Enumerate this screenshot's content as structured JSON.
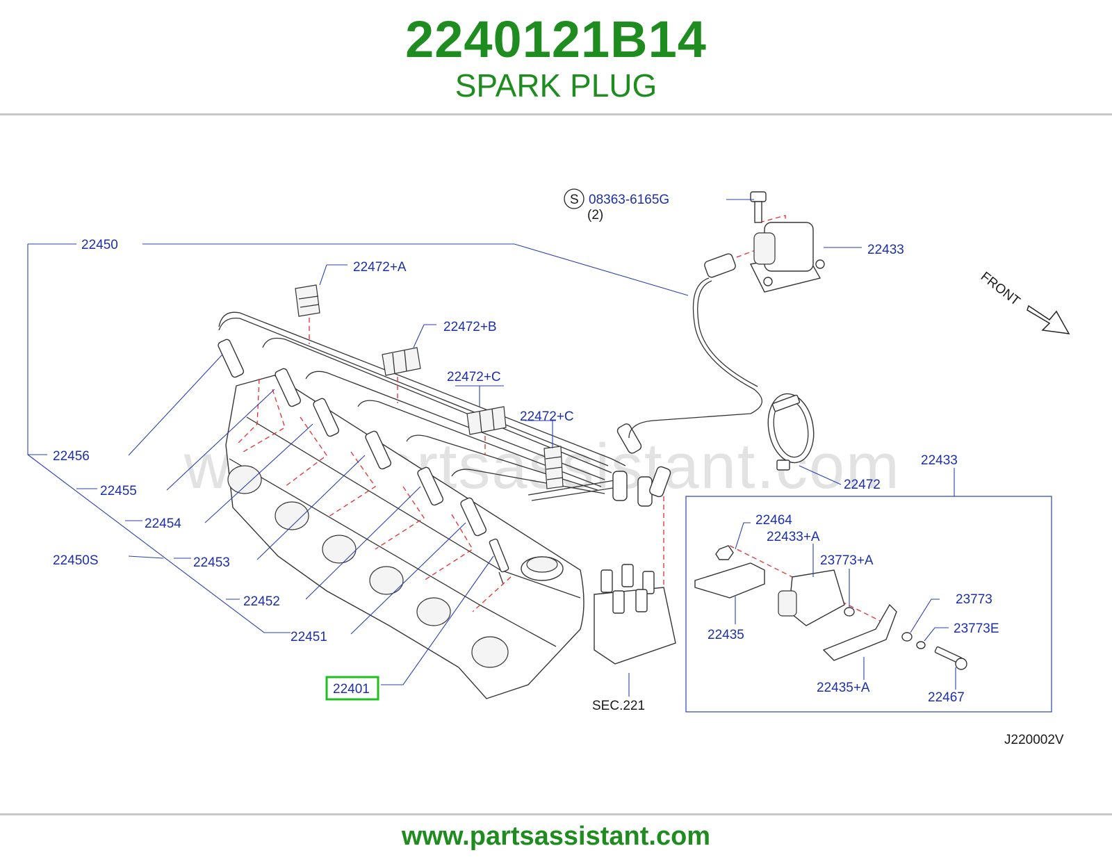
{
  "header": {
    "part_number": "2240121B14",
    "part_name": "SPARK PLUG"
  },
  "footer": {
    "url": "www.partsassistant.com"
  },
  "diagram": {
    "watermark": "www.partsassistant.com",
    "front_label": "FRONT",
    "figure_code": "J220002V",
    "screw_symbol": "S",
    "highlighted_part": "22401",
    "labels": {
      "screw_part": "08363-6165G",
      "screw_qty": "(2)",
      "coil_top": "22433",
      "cable_set": "22450",
      "clamp_a": "22472+A",
      "clamp_b": "22472+B",
      "clamp_c1": "22472+C",
      "clamp_c2": "22472+C",
      "wire_6": "22456",
      "wire_5": "22455",
      "wire_4": "22454",
      "cable_set_s": "22450S",
      "wire_3": "22453",
      "wire_2": "22452",
      "wire_1": "22451",
      "spark_plug": "22401",
      "distributor": "SEC.221",
      "clamp": "22472",
      "coil_box": "22433",
      "nut": "22464",
      "coil_a": "22433+A",
      "washer_a": "23773+A",
      "washer": "23773",
      "washer_e": "23773E",
      "bracket": "22435",
      "bracket_a": "22435+A",
      "bolt": "22467"
    }
  },
  "colors": {
    "brand_green": "#1e8c1e",
    "label_blue": "#1b2fa8",
    "dashed_red": "#e03030",
    "highlight_green": "#1fbf1f"
  }
}
